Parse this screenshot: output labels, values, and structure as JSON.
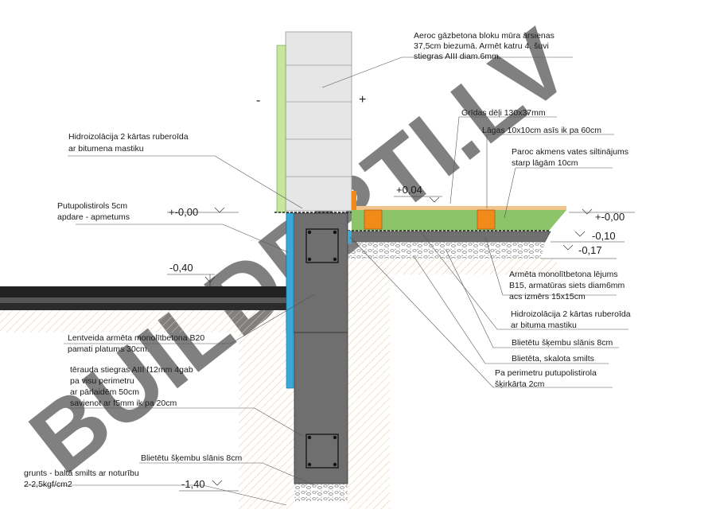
{
  "watermark": "BUILDPRTI.LV",
  "signs": {
    "outside": "-",
    "inside": "+"
  },
  "levels": {
    "wall_base": "+-0,00",
    "floor_top": "+0,04",
    "floor_zero": "+-0,00",
    "slab_bottom": "-0,10",
    "gravel_bottom": "-0,17",
    "ground": "-0,40",
    "footing_bottom": "-1,40"
  },
  "labels": {
    "wall": [
      "Aeroc gāzbetona bloku mūra ārsienas",
      "37,5cm biezumā. Armēt katru 4. šuvi",
      "stiegras AIII diam.6mm."
    ],
    "floorboards": [
      "Grīdas dēļi 130x37mm"
    ],
    "joists": [
      "Lāgas 10x10cm asīs ik pa 60cm"
    ],
    "insulation_wool": [
      "Paroc akmens vates siltinājums",
      "starp lāgām 10cm"
    ],
    "waterproof_wall": [
      "Hidroizolācija 2 kārtas ruberoīda",
      "ar bitumena mastiku"
    ],
    "eps": [
      "Putupolistirols 5cm",
      "apdare - apmetums"
    ],
    "slab": [
      "Armēta monolītbetona lējums",
      "B15, armatūras siets diam6mm",
      "acs izmērs 15x15cm"
    ],
    "waterproof_floor": [
      "Hidroizolācija 2 kārtas ruberoīda",
      "ar bituma mastiku"
    ],
    "gravel_floor": [
      "Blietētu šķembu slānis 8cm"
    ],
    "sand": [
      "Blietēta, skalota smilts"
    ],
    "perimeter": [
      "Pa perimetru putupolistirola",
      "šķirkārta 2cm"
    ],
    "footing": [
      "Lentveida armēta monolītbetona B20",
      "pamati platums 30cm."
    ],
    "rebar": [
      "tērauda stiegras AIII f12mm 4gab",
      "pa visu perimetru",
      "ar pārlaidēm 50cm",
      "savienot ar f5mm ik pa 20cm"
    ],
    "gravel_footing": [
      "Blietētu šķembu slānis 8cm"
    ],
    "soil": [
      "grunts - baltā smilts ar noturību",
      "2-2,5kgf/cm2"
    ]
  },
  "colors": {
    "concrete": "#6f6f6f",
    "block": "#e6e6e6",
    "render": "#c8e6a0",
    "eps_blue": "#3aa9d8",
    "joist": "#f28a1a",
    "wool": "#8cc46a",
    "boards": "#f1c48c",
    "soil_hatch": "#e7c9a6",
    "watermark": "#d7ead0"
  }
}
